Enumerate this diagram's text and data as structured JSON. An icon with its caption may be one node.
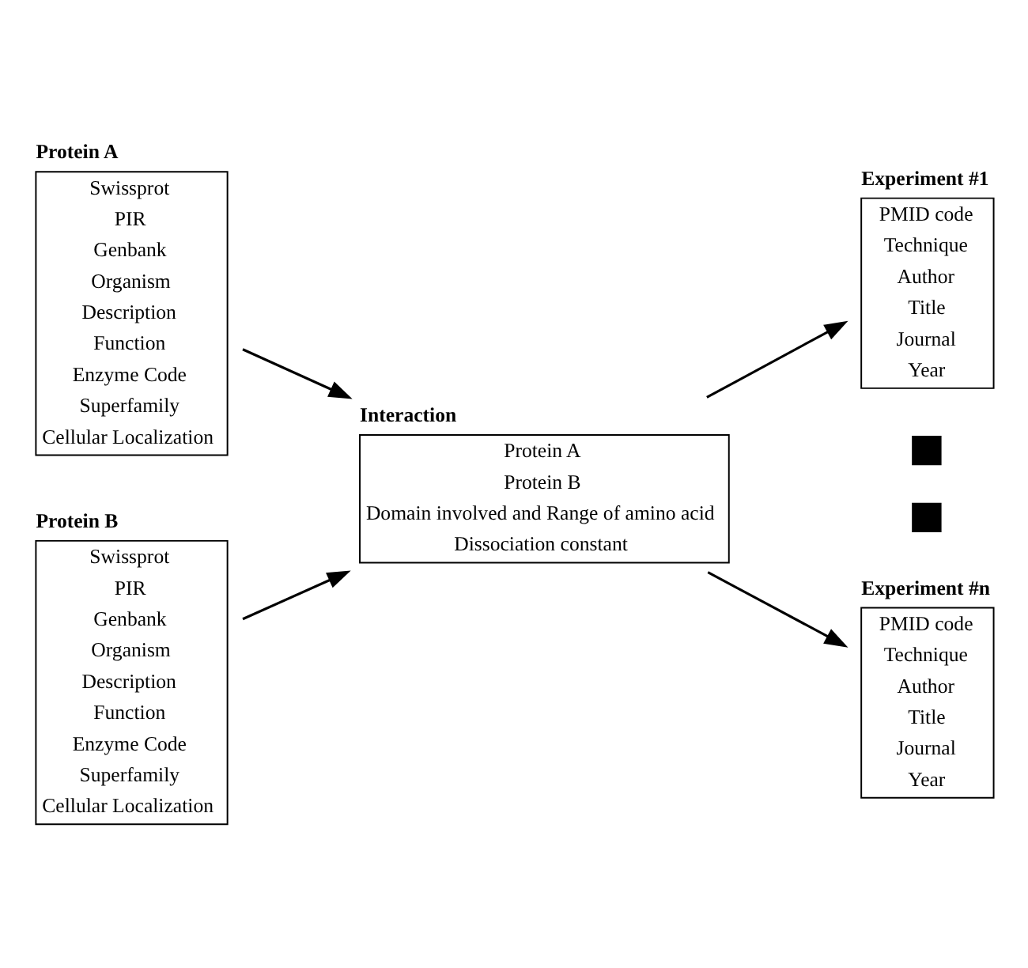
{
  "diagram": {
    "nodes": [
      {
        "text": [
          "Protein A",
          "Swissprot",
          "PIR",
          "Genbank",
          "Organism",
          "Description",
          "Function",
          "Enzyme Code",
          "Superfamily",
          "Cellular Localization"
        ]
      },
      {
        "text": [
          "Protein B",
          "Swissprot",
          "PIR",
          "Genbank",
          "Organism",
          "Description",
          "Function",
          "Enzyme Code",
          "Superfamily",
          "Cellular Localization"
        ]
      },
      {
        "text": [
          "Interaction",
          "Protein A",
          "Protein B",
          "Domain involved and Range of amino acid",
          "Dissociation constant"
        ]
      },
      {
        "text": [
          "Experiment #1",
          "PMID code",
          "Technique",
          "Author",
          "Title",
          "Journal",
          "Year"
        ]
      },
      {
        "text": [],
        "shape": "box"
      },
      {
        "text": [],
        "shape": "box"
      },
      {
        "text": [
          "Experiment #n",
          "PMID code",
          "Technique",
          "Author",
          "Title",
          "Journal",
          "Year"
        ]
      }
    ],
    "edges": [
      {
        "from": 0,
        "to": 2,
        "arrow": "to"
      },
      {
        "from": 1,
        "to": 2,
        "arrow": "to"
      },
      {
        "from": 2,
        "to": 3,
        "arrow": "to"
      },
      {
        "from": 2,
        "to": 6,
        "arrow": "to"
      }
    ]
  }
}
